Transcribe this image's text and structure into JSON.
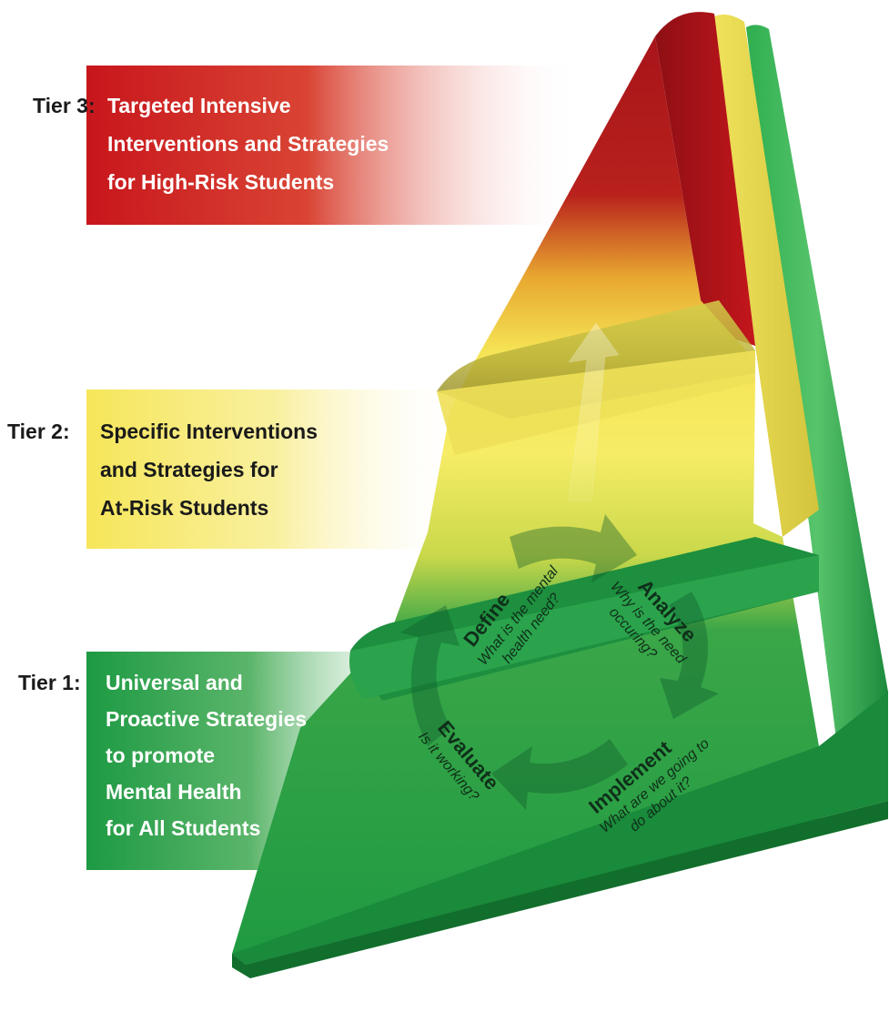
{
  "tiers": [
    {
      "label": "Tier 3:",
      "lines": [
        "Targeted Intensive",
        "Interventions and Strategies",
        "for High-Risk Students"
      ],
      "text_color": "#ffffff",
      "band_color": "#c8161c"
    },
    {
      "label": "Tier 2:",
      "lines": [
        "Specific Interventions",
        "and Strategies for",
        "At-Risk Students"
      ],
      "text_color": "#1a1a1a",
      "band_color": "#f6e65a"
    },
    {
      "label": "Tier 1:",
      "lines": [
        "Universal and",
        "Proactive Strategies",
        "to promote",
        "Mental Health",
        "for All Students"
      ],
      "text_color": "#ffffff",
      "band_color": "#1d9a43"
    }
  ],
  "cycle": {
    "define": {
      "title": "Define",
      "sub1": "What is the mental",
      "sub2": "health need?"
    },
    "analyze": {
      "title": "Analyze",
      "sub1": "Why is the need",
      "sub2": "occuring?"
    },
    "implement": {
      "title": "Implement",
      "sub1": "What are we going to",
      "sub2": "do about it?"
    },
    "evaluate": {
      "title": "Evaluate",
      "sub1": "Is it working?"
    }
  },
  "colors": {
    "green": "#22a84a",
    "green_dark": "#137a33",
    "yellow": "#f7ec5e",
    "red": "#c3161c",
    "red_dark": "#8e0f14"
  }
}
